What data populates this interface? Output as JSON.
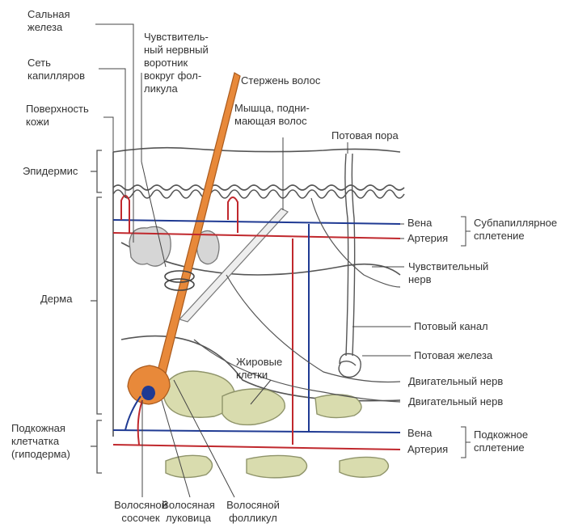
{
  "labels": {
    "sebaceous_gland": "Сальная\nжелеза",
    "capillary_net": "Сеть\nкапилляров",
    "skin_surface": "Поверхность\nкожи",
    "epidermis": "Эпидермис",
    "dermis": "Дерма",
    "hypodermis": "Подкожная\nклетчатка\n(гиподерма)",
    "sensory_collar": "Чувствитель-\nный нервный\nворотник\nвокруг фол-\nликула",
    "hair_shaft": "Стержень волос",
    "erector_muscle": "Мышца, подни-\nмающая волос",
    "sweat_pore": "Потовая пора",
    "vein_top": "Вена",
    "artery_top": "Артерия",
    "subpapillary_plexus": "Субпапиллярное\nсплетение",
    "sensory_nerve": "Чувствительный\nнерв",
    "sweat_duct": "Потовый канал",
    "sweat_gland": "Потовая железа",
    "motor_nerve_1": "Двигательный нерв",
    "motor_nerve_2": "Двигательный нерв",
    "fat_cells": "Жировые\nклетки",
    "vein_bottom": "Вена",
    "artery_bottom": "Артерия",
    "subcutaneous_plexus": "Подкожное\nсплетение",
    "hair_papilla": "Волосяной\nсосочек",
    "hair_bulb": "Волосяная\nлуковица",
    "hair_follicle": "Волосяной\nфолликул"
  },
  "colors": {
    "vein": "#1f3a93",
    "artery": "#c0282d",
    "hair": "#e8893a",
    "fat": "#d9dcae",
    "gland": "#d6d6d6",
    "outline": "#555555",
    "label": "#333333"
  }
}
